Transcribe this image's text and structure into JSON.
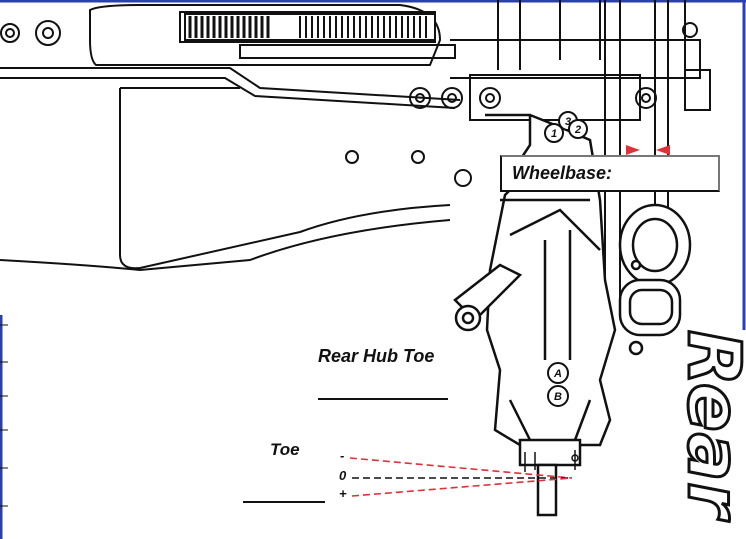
{
  "labels": {
    "wheelbase": "Wheelbase:",
    "rear_hub_toe": "Rear Hub Toe",
    "toe": "Toe",
    "toe_minus": "-",
    "toe_zero": "0",
    "toe_plus": "+",
    "page_tab": "Rear"
  },
  "hub_markers": {
    "position_1": "1",
    "position_2": "2",
    "position_3": "3",
    "position_A": "A",
    "position_B": "B"
  },
  "colors": {
    "line": "#111111",
    "toe_guides": "#e0303a",
    "wheelbase_markers": "#e0303a",
    "border": "#2a3fb0"
  }
}
